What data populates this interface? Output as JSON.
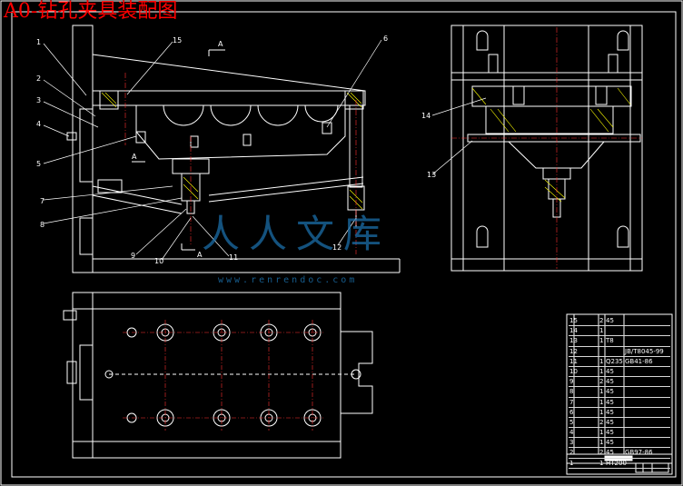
{
  "title": "A0-钻孔夹具装配图",
  "watermark": {
    "text": "人人文库",
    "url": "www.renrendoc.com"
  },
  "callouts": {
    "c1": "1",
    "c2": "2",
    "c3": "3",
    "c4": "4",
    "c5": "5",
    "c6": "6",
    "c7": "7",
    "c8": "8",
    "c9": "9",
    "c10": "10",
    "c11": "11",
    "c12": "12",
    "c13": "13",
    "c14": "14",
    "c15": "15"
  },
  "section_marks": {
    "a_top": "A",
    "a_left": "A",
    "a_bottom": "A"
  },
  "bom": [
    {
      "no": "15",
      "name": "",
      "qty": "2",
      "material": "45",
      "standard": ""
    },
    {
      "no": "14",
      "name": "",
      "qty": "1",
      "material": "",
      "standard": ""
    },
    {
      "no": "13",
      "name": "",
      "qty": "1",
      "material": "T8",
      "standard": ""
    },
    {
      "no": "12",
      "name": "",
      "qty": "",
      "material": "",
      "standard": "JB/T8045-99"
    },
    {
      "no": "11",
      "name": "",
      "qty": "1",
      "material": "Q235",
      "standard": "GB41-86"
    },
    {
      "no": "10",
      "name": "",
      "qty": "1",
      "material": "45",
      "standard": ""
    },
    {
      "no": "9",
      "name": "",
      "qty": "2",
      "material": "45",
      "standard": ""
    },
    {
      "no": "8",
      "name": "",
      "qty": "1",
      "material": "45",
      "standard": ""
    },
    {
      "no": "7",
      "name": "",
      "qty": "1",
      "material": "45",
      "standard": ""
    },
    {
      "no": "6",
      "name": "",
      "qty": "1",
      "material": "45",
      "standard": ""
    },
    {
      "no": "5",
      "name": "",
      "qty": "2",
      "material": "45",
      "standard": ""
    },
    {
      "no": "4",
      "name": "",
      "qty": "1",
      "material": "45",
      "standard": ""
    },
    {
      "no": "3",
      "name": "",
      "qty": "1",
      "material": "45",
      "standard": ""
    },
    {
      "no": "2",
      "name": "",
      "qty": "2",
      "material": "45",
      "standard": "GB97-86"
    },
    {
      "no": "1",
      "name": "",
      "qty": "1",
      "material": "HT200",
      "standard": ""
    }
  ],
  "colors": {
    "background": "#000000",
    "linework": "#ffffff",
    "centerline": "#ff3030",
    "highlight": "#ffff00",
    "title": "#ff0000",
    "watermark": "#1b6ea8"
  }
}
